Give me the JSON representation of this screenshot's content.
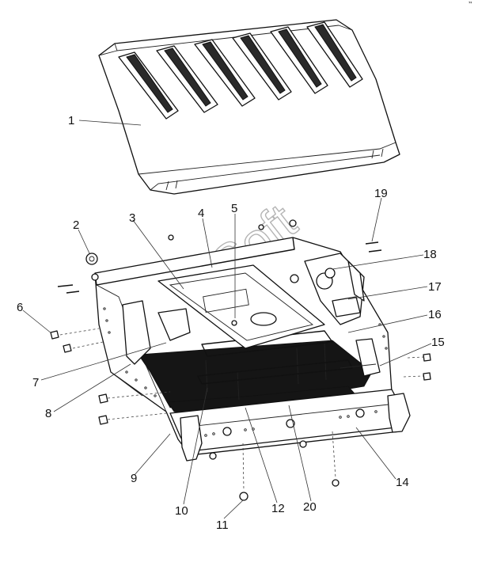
{
  "watermark": "ioSoft",
  "corner_mark": "’'",
  "callouts": [
    {
      "id": "c1",
      "label": "1"
    },
    {
      "id": "c2",
      "label": "2"
    },
    {
      "id": "c3",
      "label": "3"
    },
    {
      "id": "c4",
      "label": "4"
    },
    {
      "id": "c5",
      "label": "5"
    },
    {
      "id": "c6",
      "label": "6"
    },
    {
      "id": "c7",
      "label": "7"
    },
    {
      "id": "c8",
      "label": "8"
    },
    {
      "id": "c9",
      "label": "9"
    },
    {
      "id": "c10",
      "label": "10"
    },
    {
      "id": "c11",
      "label": "11"
    },
    {
      "id": "c12",
      "label": "12"
    },
    {
      "id": "c14",
      "label": "14"
    },
    {
      "id": "c15",
      "label": "15"
    },
    {
      "id": "c16",
      "label": "16"
    },
    {
      "id": "c17",
      "label": "17"
    },
    {
      "id": "c18",
      "label": "18"
    },
    {
      "id": "c19",
      "label": "19"
    },
    {
      "id": "c20",
      "label": "20"
    }
  ],
  "colors": {
    "line": "#111111",
    "background": "#ffffff",
    "watermark": "#777777"
  }
}
